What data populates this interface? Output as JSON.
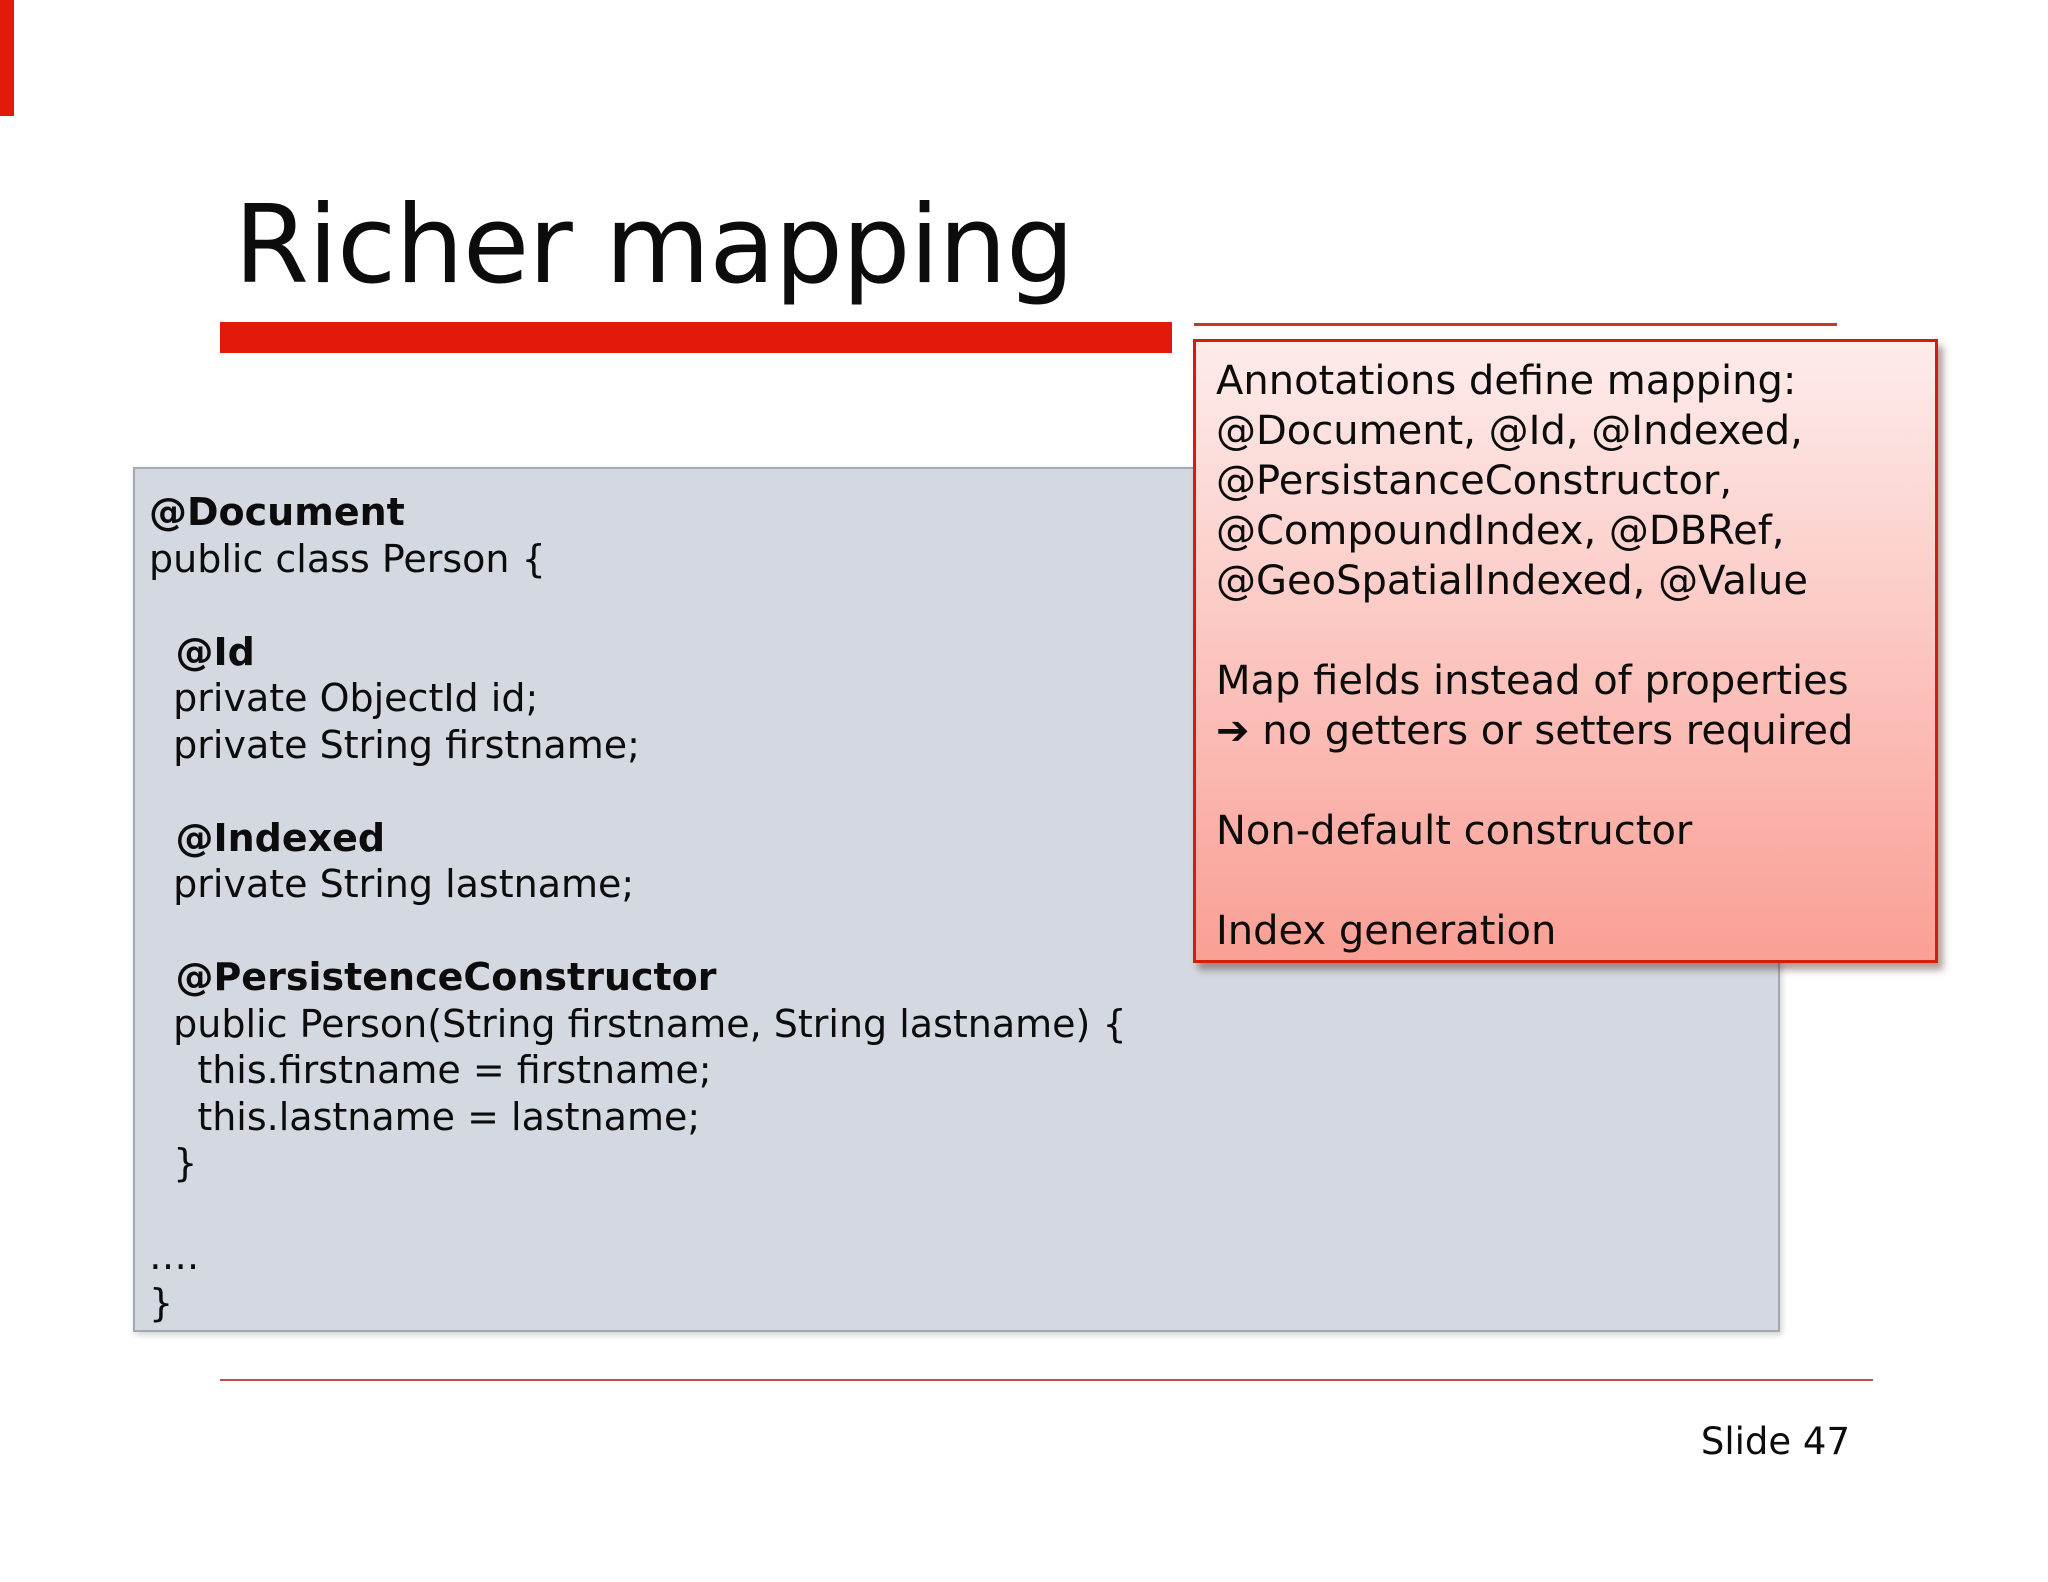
{
  "slide": {
    "title": "Richer mapping",
    "footer": {
      "slide_label": "Slide 47"
    }
  },
  "code_panel": {
    "lines": [
      {
        "text": "@Document",
        "bold": true
      },
      {
        "text": "public class Person {",
        "bold": false
      },
      {
        "text": "",
        "bold": false
      },
      {
        "text": "  @Id",
        "bold": true
      },
      {
        "text": "  private ObjectId id;",
        "bold": false
      },
      {
        "text": "  private String firstname;",
        "bold": false
      },
      {
        "text": "",
        "bold": false
      },
      {
        "text": "  @Indexed",
        "bold": true
      },
      {
        "text": "  private String lastname;",
        "bold": false
      },
      {
        "text": "",
        "bold": false
      },
      {
        "text": "  @PersistenceConstructor",
        "bold": true
      },
      {
        "text": "  public Person(String firstname, String lastname) {",
        "bold": false
      },
      {
        "text": "    this.firstname = firstname;",
        "bold": false
      },
      {
        "text": "    this.lastname = lastname;",
        "bold": false
      },
      {
        "text": "  }",
        "bold": false
      },
      {
        "text": "",
        "bold": false
      },
      {
        "text": "….",
        "bold": false
      },
      {
        "text": "}",
        "bold": false
      }
    ]
  },
  "callout": {
    "arrow_icon": "➔",
    "lines": [
      "Annotations define mapping:",
      "@Document, @Id, @Indexed,",
      "@PersistanceConstructor,",
      "@CompoundIndex, @DBRef,",
      "@GeoSpatialIndexed, @Value",
      "",
      "Map fields instead of properties",
      "➔ no getters or setters required",
      "",
      "Non-default constructor",
      "",
      "Index generation"
    ]
  },
  "colors": {
    "accent_red": "#e2190b",
    "thin_line_red": "#c23b27",
    "footer_line_red": "#c0504d",
    "panel_bg": "#d4d9e1",
    "panel_border": "#a2a9b4",
    "callout_border": "#d31e0f",
    "callout_top": "#fdeceb",
    "callout_bottom": "#fa9f95",
    "text_color": "#0c0c0c"
  }
}
